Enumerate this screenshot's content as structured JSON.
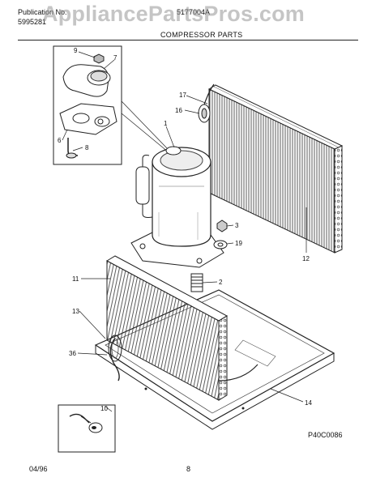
{
  "header": {
    "publication_label": "Publication No.",
    "publication_number": "5995281",
    "model_number": "5177004A",
    "section_title": "COMPRESSOR PARTS"
  },
  "watermark": "AppliancePartsPros.com",
  "callouts": {
    "c9": "9",
    "c7": "7",
    "c6": "6",
    "c8": "8",
    "c1": "1",
    "c17": "17",
    "c16": "16",
    "c3": "3",
    "c19": "19",
    "c12": "12",
    "c2": "2",
    "c11": "11",
    "c13": "13",
    "c36": "36",
    "c10": "10",
    "c14": "14"
  },
  "diagram_code": "P40C0086",
  "footer": {
    "date": "04/96",
    "page": "8"
  }
}
